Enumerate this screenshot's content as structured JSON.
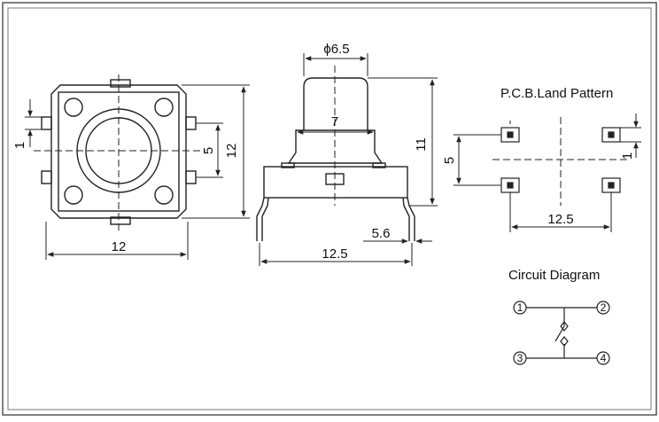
{
  "top_view": {
    "width_label": "12",
    "height_label": "12",
    "pitch_label": "5",
    "pin_width_label": "1"
  },
  "side_view": {
    "cap_diameter_label": "ϕ6.5",
    "stem_label": "7",
    "height_label": "11",
    "width_label": "12.5",
    "lead_label": "5.6"
  },
  "pcb": {
    "title": "P.C.B.Land Pattern",
    "vertical_label": "5",
    "width_label": "12.5",
    "pad_label": "1"
  },
  "circuit": {
    "title": "Circuit Diagram",
    "pins": [
      "1",
      "2",
      "3",
      "4"
    ]
  }
}
